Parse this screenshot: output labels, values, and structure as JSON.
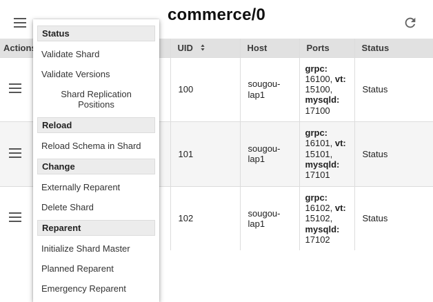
{
  "topbar": {
    "title": "commerce/0",
    "menu_icon": "hamburger-menu-icon",
    "refresh_icon": "refresh-icon"
  },
  "table": {
    "columns": [
      "Actions",
      "",
      "UID",
      "Host",
      "Ports",
      "Status"
    ],
    "sort_icon": "sort-arrows-icon",
    "rows": [
      {
        "uid": "100",
        "host": "sougou-lap1",
        "status": "Status",
        "ports_text": "grpc: 16100, vt: 15100, mysqld: 17100",
        "ports_segments": [
          {
            "text": "grpc:",
            "bold": true
          },
          {
            "text": " 16100, ",
            "bold": false
          },
          {
            "text": "vt:",
            "bold": true
          },
          {
            "text": " 15100, ",
            "bold": false
          },
          {
            "text": "mysqld:",
            "bold": true
          },
          {
            "text": " 17100",
            "bold": false
          }
        ]
      },
      {
        "uid": "101",
        "host": "sougou-lap1",
        "status": "Status",
        "ports_text": "grpc: 16101, vt: 15101, mysqld: 17101",
        "ports_segments": [
          {
            "text": "grpc:",
            "bold": true
          },
          {
            "text": " 16101, ",
            "bold": false
          },
          {
            "text": "vt:",
            "bold": true
          },
          {
            "text": " 15101, ",
            "bold": false
          },
          {
            "text": "mysqld:",
            "bold": true
          },
          {
            "text": " 17101",
            "bold": false
          }
        ]
      },
      {
        "uid": "102",
        "host": "sougou-lap1",
        "status": "Status",
        "ports_text": "grpc: 16102, vt: 15102, mysqld: 17102",
        "ports_segments": [
          {
            "text": "grpc:",
            "bold": true
          },
          {
            "text": " 16102, ",
            "bold": false
          },
          {
            "text": "vt:",
            "bold": true
          },
          {
            "text": " 15102, ",
            "bold": false
          },
          {
            "text": "mysqld:",
            "bold": true
          },
          {
            "text": " 17102",
            "bold": false
          }
        ]
      }
    ]
  },
  "menu": {
    "items": [
      {
        "type": "header",
        "label": "Status"
      },
      {
        "type": "item",
        "label": "Validate Shard"
      },
      {
        "type": "item",
        "label": "Validate Versions"
      },
      {
        "type": "item",
        "label": "Shard Replication Positions",
        "centered": true
      },
      {
        "type": "header",
        "label": "Reload"
      },
      {
        "type": "item",
        "label": "Reload Schema in Shard"
      },
      {
        "type": "header",
        "label": "Change"
      },
      {
        "type": "item",
        "label": "Externally Reparent"
      },
      {
        "type": "item",
        "label": "Delete Shard"
      },
      {
        "type": "header",
        "label": "Reparent"
      },
      {
        "type": "item",
        "label": "Initialize Shard Master"
      },
      {
        "type": "item",
        "label": "Planned Reparent"
      },
      {
        "type": "item",
        "label": "Emergency Reparent"
      }
    ]
  }
}
